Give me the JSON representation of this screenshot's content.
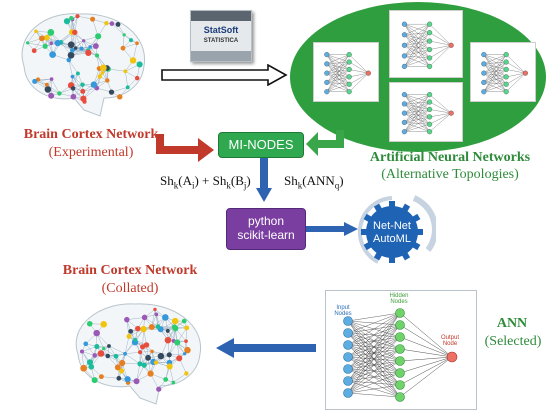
{
  "brain_top": {
    "title": "Brain Cortex Network",
    "subtitle": "(Experimental)"
  },
  "software": {
    "brand": "StatSoft",
    "product": "STATISTICA"
  },
  "ann_group": {
    "title": "Artificial Neural Networks",
    "subtitle": "(Alternative Topologies)"
  },
  "mi_nodes": {
    "label": "MI-NODES"
  },
  "formula_left": "Shk(Ai) + Shk(Bj)",
  "formula_right": "Shk(ANNq)",
  "python_box": {
    "line1": "python",
    "line2": "scikit-learn"
  },
  "automl": {
    "line1": "Net-Net",
    "line2": "AutoML"
  },
  "brain_bottom": {
    "title": "Brain Cortex Network",
    "subtitle": "(Collated)"
  },
  "ann_selected": {
    "title": "ANN",
    "subtitle": "(Selected)",
    "input_label_1": "Input",
    "input_label_2": "Nodes",
    "hidden_label_1": "Hidden",
    "hidden_label_2": "Nodes",
    "output_label_1": "Output",
    "output_label_2": "Node"
  },
  "colors": {
    "title_red": "#c0392b",
    "title_green": "#2e8b3a",
    "mi_nodes_bg": "#2fa84f",
    "python_bg": "#7a3ea0",
    "automl_bg": "#1f63b5",
    "arrow_blue": "#2d63b0",
    "arrow_red": "#c0392b",
    "arrow_green": "#3aa64a",
    "ellipse_green": "#2f9e3e"
  }
}
